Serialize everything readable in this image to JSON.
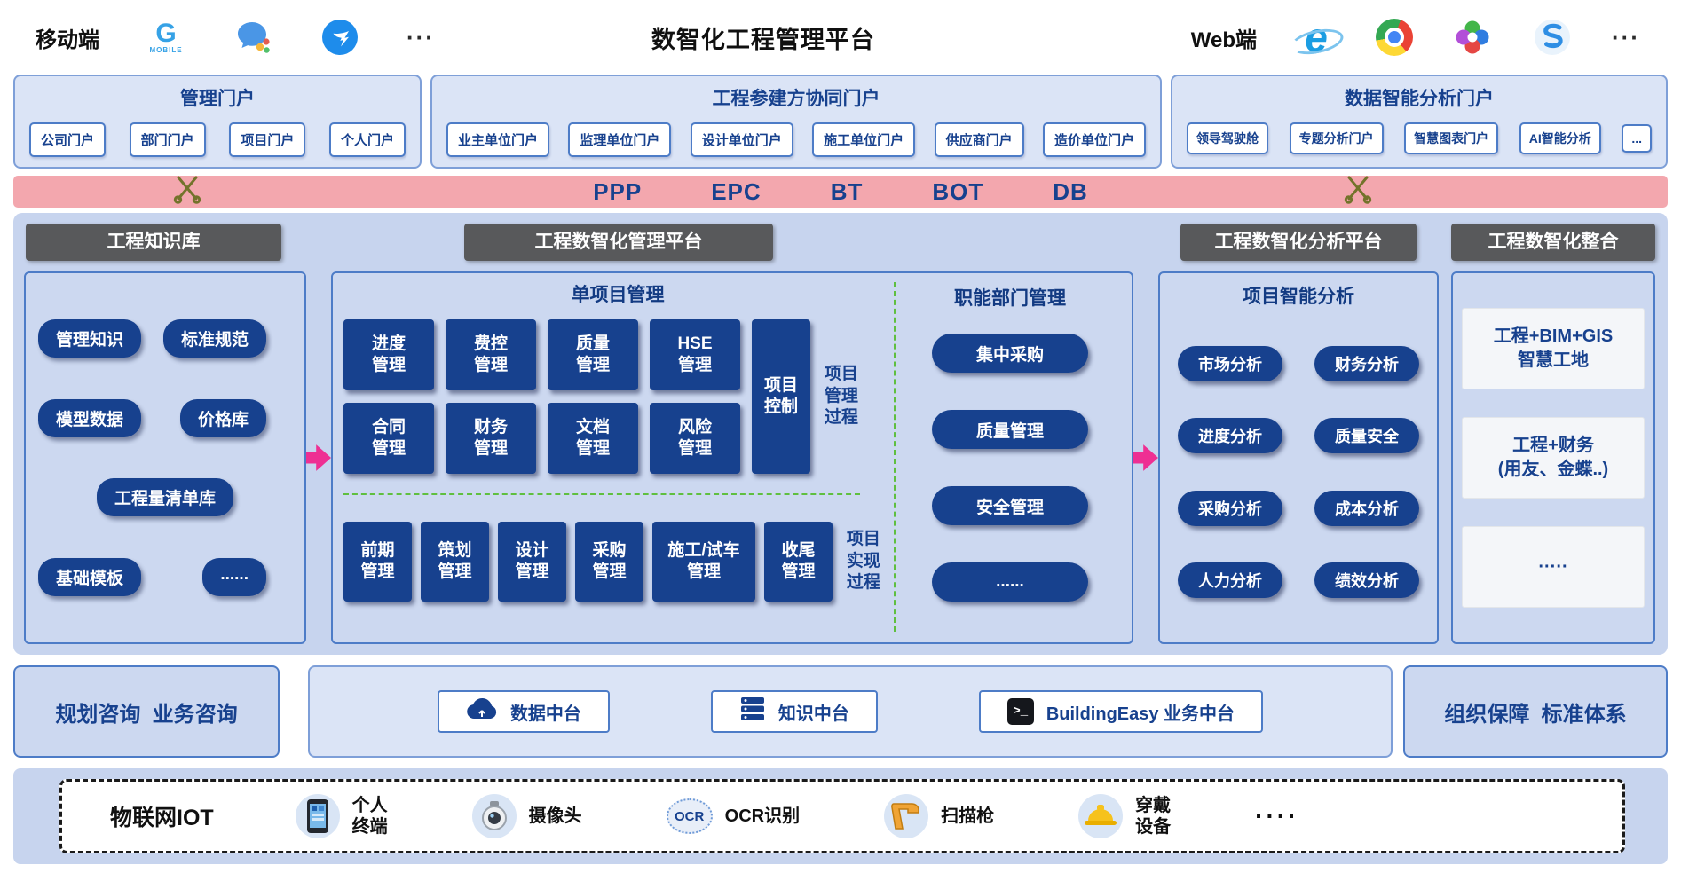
{
  "colors": {
    "accent_navy": "#17418e",
    "panel_blue": "#c7d4ee",
    "portal_fill": "#dbe4f6",
    "box_border_blue": "#4d7cc7",
    "header_gray": "#58595b",
    "banner_pink": "#f3a7ae",
    "arrow_magenta": "#ee2f93",
    "divider_green": "#5fbf3f"
  },
  "top_bar": {
    "mobile_label": "移动端",
    "mobile_ellipsis": "···",
    "title": "数智化工程管理平台",
    "web_label": "Web端",
    "web_ellipsis": "···",
    "g_icon_text": "G",
    "g_icon_sub": "MOBILE",
    "ie_glyph": "e"
  },
  "portals": {
    "management": {
      "title": "管理门户",
      "items": [
        "公司门户",
        "部门门户",
        "项目门户",
        "个人门户"
      ]
    },
    "collaboration": {
      "title": "工程参建方协同门户",
      "items": [
        "业主单位门户",
        "监理单位门户",
        "设计单位门户",
        "施工单位门户",
        "供应商门户",
        "造价单位门户"
      ]
    },
    "analysis": {
      "title": "数据智能分析门户",
      "items": [
        "领导驾驶舱",
        "专题分析门户",
        "智慧图表门户",
        "AI智能分析",
        "..."
      ]
    }
  },
  "mode_banner": {
    "items": [
      "PPP",
      "EPC",
      "BT",
      "BOT",
      "DB"
    ]
  },
  "knowledge_base": {
    "header": "工程知识库",
    "items": [
      "管理知识",
      "标准规范",
      "模型数据",
      "价格库",
      "工程量清单库",
      "基础模板",
      "......"
    ]
  },
  "management_platform": {
    "header": "工程数智化管理平台",
    "single_project": {
      "title": "单项目管理",
      "row1": [
        "进度管理",
        "费控管理",
        "质量管理",
        "HSE管理"
      ],
      "row2": [
        "合同管理",
        "财务管理",
        "文档管理",
        "风险管理"
      ],
      "control_box": "项目控制",
      "process_label_top": "项目管理过程",
      "row3": [
        "前期管理",
        "策划管理",
        "设计管理",
        "采购管理",
        "施工/试车管理",
        "收尾管理"
      ],
      "process_label_bottom": "项目实现过程"
    },
    "functional_dept": {
      "title": "职能部门管理",
      "items": [
        "集中采购",
        "质量管理",
        "安全管理",
        "......"
      ]
    }
  },
  "analysis_platform": {
    "header": "工程数智化分析平台",
    "title": "项目智能分析",
    "items": [
      "市场分析",
      "财务分析",
      "进度分析",
      "质量安全",
      "采购分析",
      "成本分析",
      "人力分析",
      "绩效分析"
    ]
  },
  "integration": {
    "header": "工程数智化整合",
    "cards": [
      "工程+BIM+GIS\n智慧工地",
      "工程+财务\n(用友、金蝶..)",
      "·····"
    ]
  },
  "foundation": {
    "left_box": "规划咨询  业务咨询",
    "platforms": [
      "数据中台",
      "知识中台",
      "BuildingEasy 业务中台"
    ],
    "terminal_glyph": ">_",
    "right_box": "组织保障  标准体系"
  },
  "iot_layer": {
    "title": "物联网IOT",
    "ocr_glyph": "OCR",
    "devices": [
      "个人\n终端",
      "摄像头",
      "OCR识别",
      "扫描枪",
      "穿戴\n设备"
    ],
    "ellipsis": "····"
  }
}
